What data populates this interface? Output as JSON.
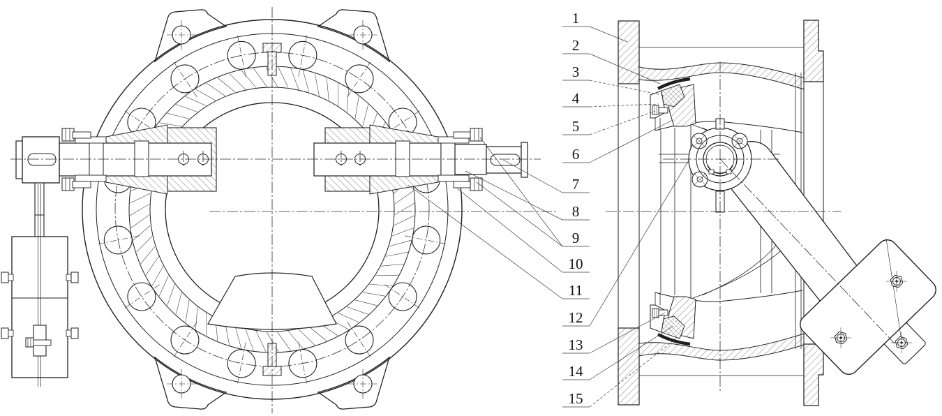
{
  "callouts": [
    "1",
    "2",
    "3",
    "4",
    "5",
    "6",
    "7",
    "8",
    "9",
    "10",
    "11",
    "12",
    "13",
    "14",
    "15"
  ],
  "colors": {
    "ink": "#1f1f1f",
    "paper": "#ffffff",
    "leader": "#3a3a3a"
  }
}
